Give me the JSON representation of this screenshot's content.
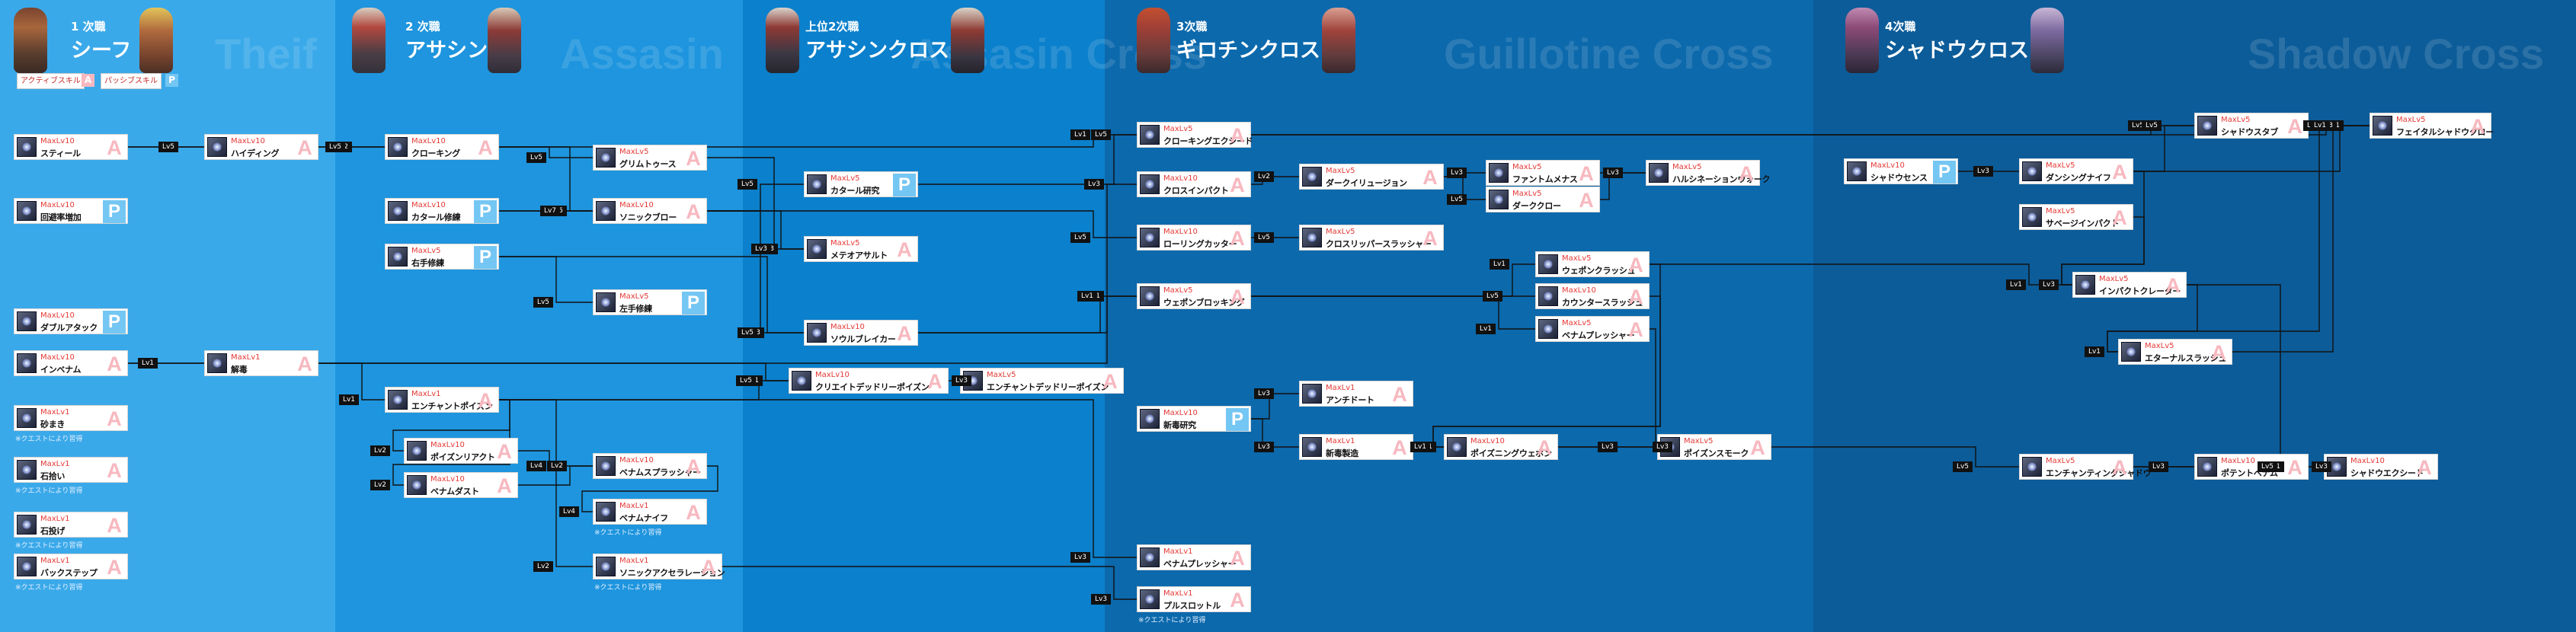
{
  "colors": {
    "band_thief": "#3aa9ea",
    "band_assassin": "#1e95de",
    "band_assassin_cross": "#0b80cc",
    "band_guillotine_cross": "#0c69ac",
    "band_shadow_cross": "#0c5c99",
    "active_tag": "#f7b8bf",
    "passive_tag": "#74c6f3",
    "level_text": "#e53935",
    "line": "#111111"
  },
  "jobs": [
    {
      "grade": "1 次職",
      "name": "シーフ",
      "watermark": "Theif"
    },
    {
      "grade": "2 次職",
      "name": "アサシン",
      "watermark": "Assasin"
    },
    {
      "grade": "上位2次職",
      "name": "アサシンクロス",
      "watermark": "Assasin Cross"
    },
    {
      "grade": "3次職",
      "name": "ギロチンクロス",
      "watermark": "Guillotine Cross"
    },
    {
      "grade": "4次職",
      "name": "シャドウクロス",
      "watermark": "Shadow Cross"
    }
  ],
  "legend": {
    "active_label": "アクティブスキル",
    "active_mark": "A",
    "passive_label": "パッシブスキル",
    "passive_mark": "P"
  },
  "skills": [
    {
      "level": "MaxLv10",
      "name": "スティール",
      "type": "A"
    },
    {
      "level": "MaxLv10",
      "name": "回避率増加",
      "type": "P"
    },
    {
      "level": "MaxLv10",
      "name": "ダブルアタック",
      "type": "P"
    },
    {
      "level": "MaxLv10",
      "name": "インベナム",
      "type": "A"
    },
    {
      "level": "MaxLv1",
      "name": "砂まき",
      "type": "A",
      "note": "※クエストにより習得"
    },
    {
      "level": "MaxLv1",
      "name": "石拾い",
      "type": "A",
      "note": "※クエストにより習得"
    },
    {
      "level": "MaxLv1",
      "name": "石投げ",
      "type": "A",
      "note": "※クエストにより習得"
    },
    {
      "level": "MaxLv1",
      "name": "バックステップ",
      "type": "A",
      "note": "※クエストにより習得"
    },
    {
      "level": "MaxLv10",
      "name": "ハイディング",
      "type": "A"
    },
    {
      "level": "MaxLv1",
      "name": "解毒",
      "type": "A"
    },
    {
      "level": "MaxLv10",
      "name": "クローキング",
      "type": "A"
    },
    {
      "level": "MaxLv10",
      "name": "カタール修練",
      "type": "P"
    },
    {
      "level": "MaxLv5",
      "name": "右手修練",
      "type": "P"
    },
    {
      "level": "MaxLv1",
      "name": "エンチャントポイズン",
      "type": "A"
    },
    {
      "level": "MaxLv10",
      "name": "ポイズンリアクト",
      "type": "A"
    },
    {
      "level": "MaxLv10",
      "name": "ベナムダスト",
      "type": "A"
    },
    {
      "level": "MaxLv5",
      "name": "グリムトゥース",
      "type": "A"
    },
    {
      "level": "MaxLv10",
      "name": "ソニックブロー",
      "type": "A"
    },
    {
      "level": "MaxLv5",
      "name": "左手修練",
      "type": "P"
    },
    {
      "level": "MaxLv10",
      "name": "ベナムスプラッシャー",
      "type": "A"
    },
    {
      "level": "MaxLv1",
      "name": "ベナムナイフ",
      "type": "A",
      "note": "※クエストにより習得"
    },
    {
      "level": "MaxLv1",
      "name": "ソニックアクセラレーション",
      "type": "A",
      "note": "※クエストにより習得"
    },
    {
      "level": "MaxLv5",
      "name": "カタール研究",
      "type": "P"
    },
    {
      "level": "MaxLv5",
      "name": "メテオアサルト",
      "type": "A"
    },
    {
      "level": "MaxLv10",
      "name": "ソウルブレイカー",
      "type": "A"
    },
    {
      "level": "MaxLv10",
      "name": "クリエイトデッドリーポイズン",
      "type": "A"
    },
    {
      "level": "MaxLv5",
      "name": "エンチャントデッドリーポイズン",
      "type": "A"
    },
    {
      "level": "MaxLv5",
      "name": "クローキングエクシード",
      "type": "A"
    },
    {
      "level": "MaxLv10",
      "name": "クロスインパクト",
      "type": "A"
    },
    {
      "level": "MaxLv10",
      "name": "ローリングカッター",
      "type": "A"
    },
    {
      "level": "MaxLv5",
      "name": "ウェポンブロッキング",
      "type": "A"
    },
    {
      "level": "MaxLv10",
      "name": "新毒研究",
      "type": "P"
    },
    {
      "level": "MaxLv1",
      "name": "ベナムプレッシャー",
      "type": "A"
    },
    {
      "level": "MaxLv1",
      "name": "プルスロットル",
      "type": "A",
      "note": "※クエストにより習得"
    },
    {
      "level": "MaxLv5",
      "name": "ダークイリュージョン",
      "type": "A"
    },
    {
      "level": "MaxLv5",
      "name": "クロスリッパースラッシャー",
      "type": "A"
    },
    {
      "level": "MaxLv1",
      "name": "アンチドート",
      "type": "A"
    },
    {
      "level": "MaxLv1",
      "name": "新毒製造",
      "type": "A"
    },
    {
      "level": "MaxLv5",
      "name": "ウェポンクラッシュ",
      "type": "A"
    },
    {
      "level": "MaxLv10",
      "name": "カウンタースラッシュ",
      "type": "A"
    },
    {
      "level": "MaxLv5",
      "name": "ベナムプレッシャー",
      "type": "A"
    },
    {
      "level": "MaxLv10",
      "name": "ポイズニングウェポン",
      "type": "A"
    },
    {
      "level": "MaxLv5",
      "name": "ファントムメナス",
      "type": "A"
    },
    {
      "level": "MaxLv5",
      "name": "ダーククロー",
      "type": "A"
    },
    {
      "level": "MaxLv5",
      "name": "ハルシネーションウォーク",
      "type": "A"
    },
    {
      "level": "MaxLv5",
      "name": "ポイズンスモーク",
      "type": "A"
    },
    {
      "level": "MaxLv10",
      "name": "シャドウセンス",
      "type": "P"
    },
    {
      "level": "MaxLv5",
      "name": "シャドウスタブ",
      "type": "A"
    },
    {
      "level": "MaxLv5",
      "name": "ダンシングナイフ",
      "type": "A"
    },
    {
      "level": "MaxLv5",
      "name": "サベージインパクト",
      "type": "A"
    },
    {
      "level": "MaxLv5",
      "name": "インパクトクレーター",
      "type": "A"
    },
    {
      "level": "MaxLv5",
      "name": "エターナルスラッシュ",
      "type": "A"
    },
    {
      "level": "MaxLv5",
      "name": "エンチャンティングシャドウ",
      "type": "A"
    },
    {
      "level": "MaxLv5",
      "name": "フェイタルシャドウクロー",
      "type": "A"
    },
    {
      "level": "MaxLv10",
      "name": "ポテントベナム",
      "type": "A"
    },
    {
      "level": "MaxLv10",
      "name": "シャドウエクシード",
      "type": "A"
    }
  ],
  "prereq_labels": [
    "Lv5",
    "Lv2",
    "Lv5",
    "Lv1",
    "Lv1",
    "Lv2",
    "Lv2",
    "Lv4",
    "Lv2",
    "Lv4",
    "Lv2",
    "Lv5",
    "Lv5",
    "Lv7",
    "Lv5",
    "Lv5",
    "Lv3",
    "Lv3",
    "Lv3",
    "Lv5",
    "Lv1",
    "Lv5",
    "Lv3",
    "Lv1",
    "Lv5",
    "Lv3",
    "Lv2",
    "Lv5",
    "Lv5",
    "Lv1",
    "Lv1",
    "Lv3",
    "Lv3",
    "Lv3",
    "Lv3",
    "Lv1",
    "Lv1",
    "Lv5",
    "Lv1",
    "Lv1",
    "Lv1",
    "Lv3",
    "Lv3",
    "Lv3",
    "Lv5",
    "Lv1",
    "Lv3",
    "Lv5",
    "Lv3",
    "Lv5",
    "Lv3",
    "Lv1",
    "Lv3",
    "Lv3",
    "Lv1",
    "Lv3",
    "Lv1",
    "Lv3",
    "Lv1",
    "Lv5",
    "Lv3",
    "Lv3",
    "Lv1",
    "Lv5",
    "Lv3",
    "Lv5",
    "Lv3",
    "Lv5",
    "Lv5",
    "Lv5",
    "Lv5",
    "Lv5",
    "Lv5",
    "Lv3",
    "Lv3",
    "Lv3",
    "Lv3",
    "Lv3",
    "Lv3",
    "Lv5"
  ]
}
